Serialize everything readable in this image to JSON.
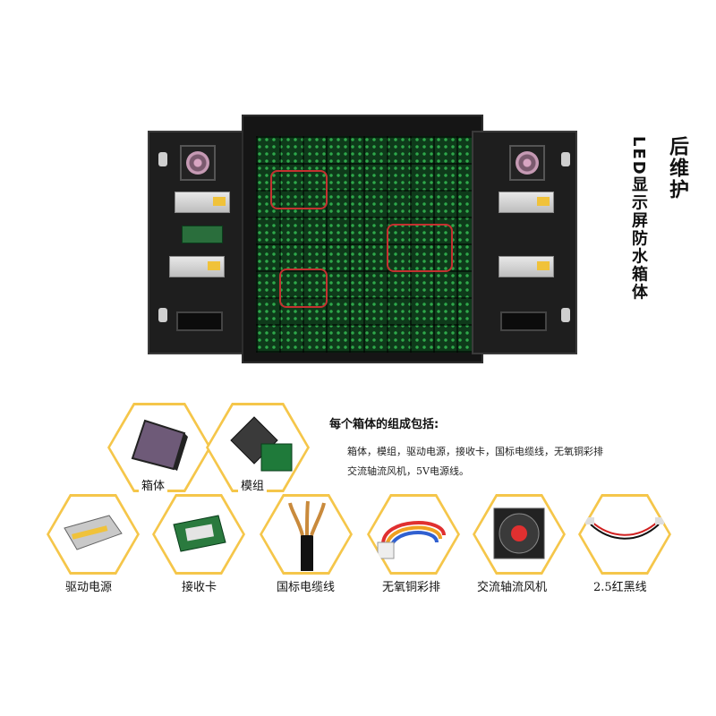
{
  "title_vertical_1": "后维护",
  "title_vertical_2": "LED显示屏防水箱体",
  "composition": {
    "heading": "每个箱体的组成包括:",
    "line1": "箱体，模组，驱动电源，接收卡，国标电缆线，无氧铜彩排",
    "line2": "交流轴流风机，5V电源线。"
  },
  "components": [
    {
      "label": "箱体",
      "icon": "cabinet-icon"
    },
    {
      "label": "模组",
      "icon": "led-module-icon"
    },
    {
      "label": "驱动电源",
      "icon": "power-supply-icon"
    },
    {
      "label": "接收卡",
      "icon": "receiving-card-icon"
    },
    {
      "label": "国标电缆线",
      "icon": "cable-icon"
    },
    {
      "label": "无氧铜彩排",
      "icon": "ribbon-cable-icon"
    },
    {
      "label": "交流轴流风机",
      "icon": "fan-icon"
    },
    {
      "label": "2.5红黑线",
      "icon": "red-black-wire-icon"
    }
  ],
  "colors": {
    "accent": "#f5c64a",
    "led_green": "#2ea84a",
    "cable_red": "#c43030"
  }
}
